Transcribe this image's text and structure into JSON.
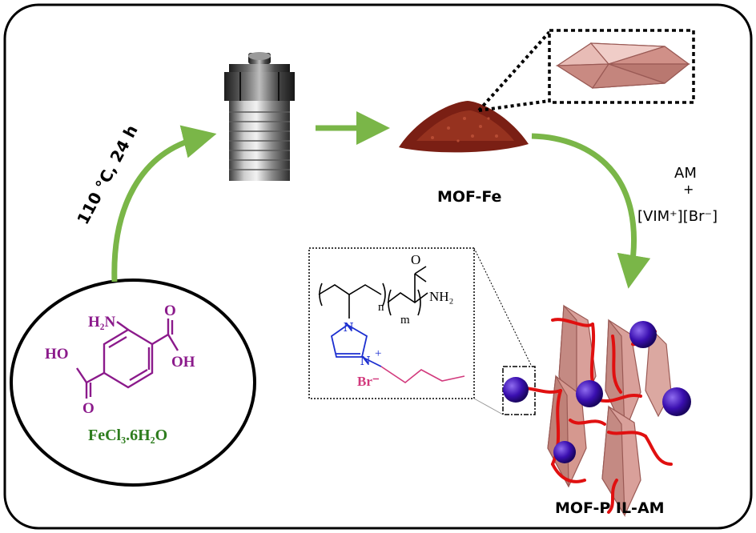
{
  "colors": {
    "arrow": "#7ab648",
    "frame": "#000000",
    "ligand": "#8b1a8b",
    "salt": "#2e7d1e",
    "imidazolium": "#1c2fd0",
    "bromide": "#d23a7d",
    "crystal_fill": "#d9a09a",
    "crystal_edge": "#9a5a55",
    "powder": "#7a1f14",
    "polymer_chain": "#e01010",
    "sphere": "#3a0fb0"
  },
  "steps": {
    "reaction_condition": "110 °C, 24 h",
    "mof_label": "MOF-Fe",
    "reagent_am": "AM",
    "reagent_plus": "+",
    "reagent_il": "[VIM⁺][Br⁻]",
    "product_label": "MOF-P IL-AM"
  },
  "precursor": {
    "amine": "H₂N",
    "acid_left": "HO",
    "acid_left_o": "O",
    "acid_right_o": "O",
    "acid_right": "OH",
    "metal_salt": "FeCl₃.6H₂O"
  },
  "polymer": {
    "repeat_n": "n",
    "repeat_m": "m",
    "carbonyl_o": "O",
    "amide": "NH₂",
    "imidazole_n1": "N",
    "imidazole_n3": "N",
    "charge": "+",
    "counter_ion": "Br⁻"
  },
  "icons": [
    "autoclave-icon",
    "mof-powder-icon",
    "crystal-icon",
    "composite-icon"
  ]
}
